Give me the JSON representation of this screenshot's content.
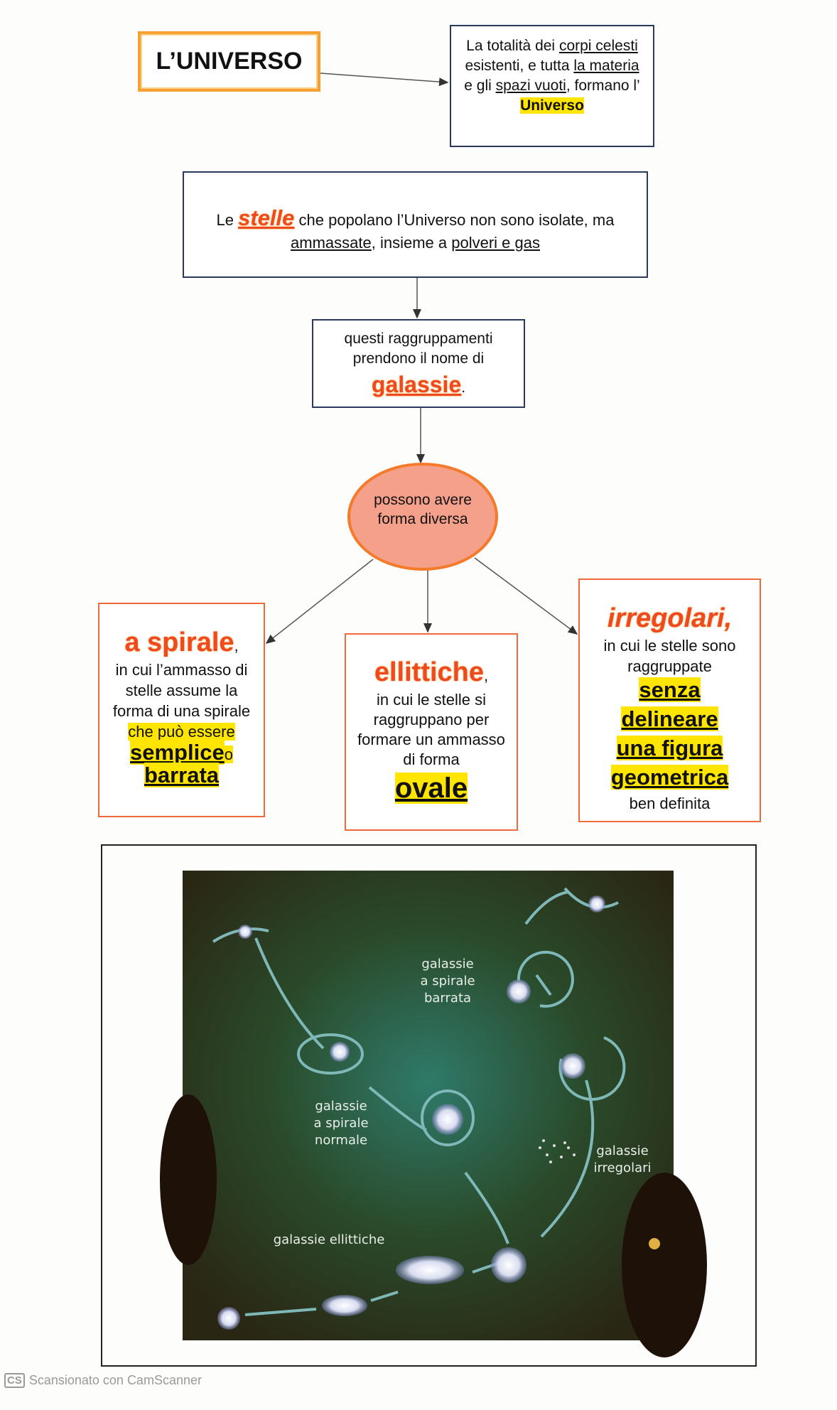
{
  "title": "L’UNIVERSO",
  "definition": {
    "p1": "La totalità dei ",
    "w1": "corpi celesti",
    "p2": " esistenti, e tutta ",
    "w2": "la materia",
    "p3": " e gli ",
    "w3": "spazi vuoti",
    "p4": ", formano l’ ",
    "w4": "Universo"
  },
  "stars": {
    "p1": "Le ",
    "w1": "stelle",
    "p2": " che popolano l’Universo non sono isolate, ma ",
    "w2": "ammassate",
    "p3": ", insieme a ",
    "w3": "polveri e gas"
  },
  "groups": {
    "p1": "questi raggruppamenti prendono il nome di",
    "w1": "galassie",
    "p2": "."
  },
  "shape": "possono avere forma diversa",
  "spiral": {
    "title": "a spirale",
    "comma": ",",
    "text": "in cui l’ammasso di stelle assume la forma di una spirale",
    "hl1": "che può essere",
    "b1": "semplice",
    "o": "o",
    "b2": "barrata"
  },
  "elliptical": {
    "title": "ellittiche",
    "comma": ",",
    "text": "in cui le stelle si raggruppano per formare un ammasso di forma",
    "b1": "ovale"
  },
  "irregular": {
    "title": "irregolari,",
    "text": "in cui le stelle sono raggruppate",
    "b1": "senza",
    "b2": "delineare",
    "b3": "una figura",
    "b4": "geometrica",
    "text2": "ben definita"
  },
  "diagram": {
    "barred1": "galassie",
    "barred2": "a spirale",
    "barred3": "barrata",
    "normal1": "galassie",
    "normal2": "a spirale",
    "normal3": "normale",
    "irr1": "galassie",
    "irr2": "irregolari",
    "ell": "galassie ellittiche"
  },
  "footer": {
    "badge": "CS",
    "text": "Scansionato con CamScanner"
  }
}
